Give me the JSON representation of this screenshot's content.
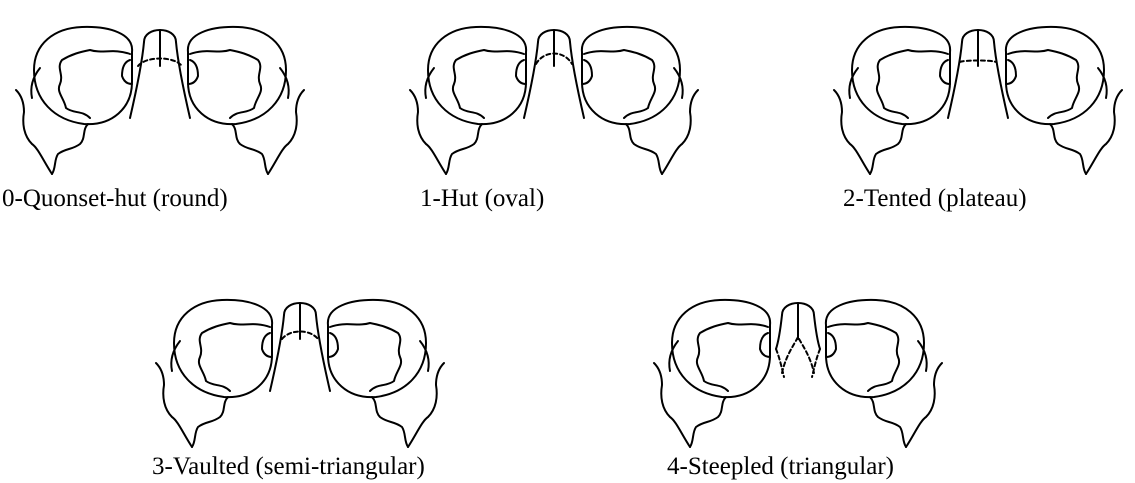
{
  "figure": {
    "panels": [
      {
        "id": 0,
        "label": "0-Quonset-hut (round)",
        "shape": "round"
      },
      {
        "id": 1,
        "label": "1-Hut (oval)",
        "shape": "oval"
      },
      {
        "id": 2,
        "label": "2-Tented (plateau)",
        "shape": "plateau"
      },
      {
        "id": 3,
        "label": "3-Vaulted (semi-triangular)",
        "shape": "semi-triangular"
      },
      {
        "id": 4,
        "label": "4-Steepled (triangular)",
        "shape": "triangular"
      }
    ],
    "line_color": "#000000"
  }
}
